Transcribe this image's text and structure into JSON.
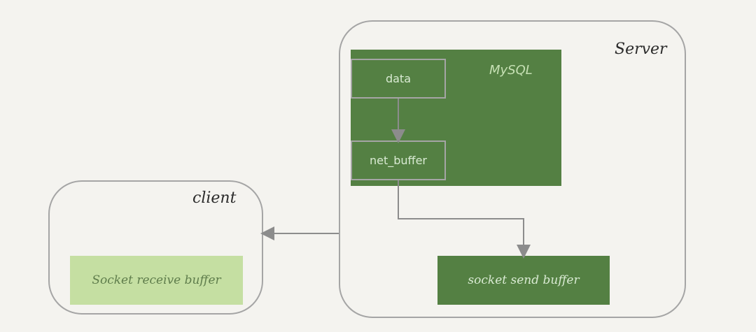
{
  "diagram": {
    "server": {
      "label": "Server"
    },
    "client": {
      "label": "client"
    },
    "mysql": {
      "label": "MySQL"
    },
    "nodes": {
      "data": "data",
      "net_buffer": "net_buffer",
      "socket_send_buffer": "socket send buffer",
      "socket_receive_buffer": "Socket receive buffer"
    },
    "colors": {
      "background": "#f4f3ef",
      "frame_border": "#a5a5a5",
      "dark_green": "#548043",
      "light_green": "#c5dfa2",
      "arrow": "#8c8c8c"
    }
  }
}
